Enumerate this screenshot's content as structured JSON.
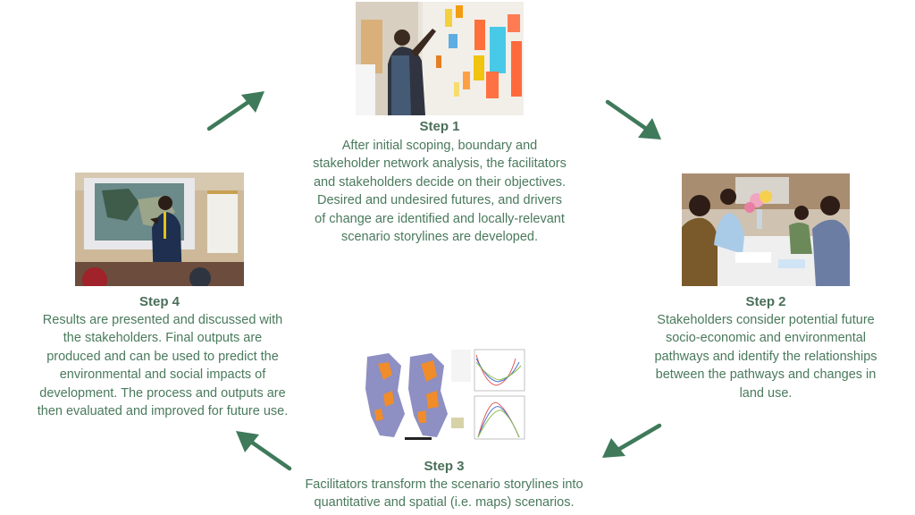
{
  "steps": [
    {
      "title": "Step 1",
      "lines": [
        "After initial scoping, boundary and",
        "stakeholder network analysis, the facilitators",
        "and stakeholders decide on their objectives.",
        "Desired and undesired futures, and drivers",
        "of change are identified and locally-relevant",
        "scenario storylines are developed."
      ],
      "image": "workshop-sticky-notes-photo"
    },
    {
      "title": "Step 2",
      "lines": [
        "Stakeholders consider potential future",
        "socio-economic and environmental",
        "pathways and identify the relationships",
        "between the pathways and changes in",
        "land use."
      ],
      "image": "stakeholders-discussion-photo"
    },
    {
      "title": "Step 3",
      "lines": [
        "Facilitators transform the scenario storylines into",
        "quantitative and spatial (i.e. maps) scenarios."
      ],
      "image": "maps-and-charts-figure"
    },
    {
      "title": "Step 4",
      "lines": [
        "Results are presented and discussed with",
        "the stakeholders. Final outputs are",
        "produced and can be used to predict the",
        "environmental and social impacts of",
        "development. The process and outputs are",
        "then evaluated and improved for future use."
      ],
      "image": "presentation-photo"
    }
  ],
  "colors": {
    "text": "#4a7a5c",
    "arrow": "#3f7a5a"
  }
}
